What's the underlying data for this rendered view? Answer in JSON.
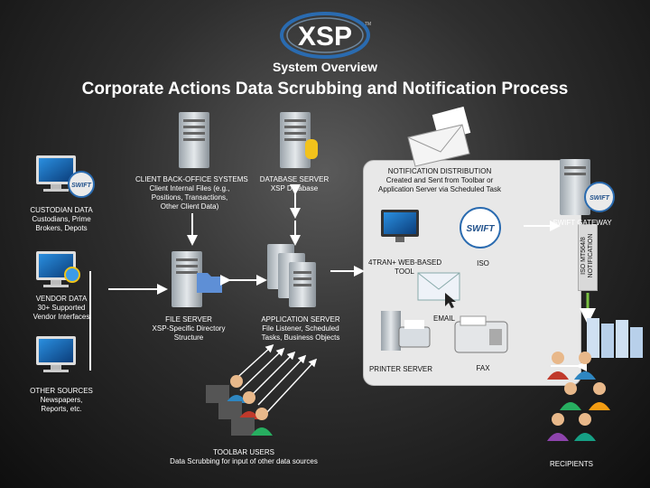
{
  "logo": {
    "text": "XSP",
    "mark": "TM"
  },
  "header": {
    "subtitle": "System Overview",
    "title": "Corporate Actions Data Scrubbing and Notification Process"
  },
  "sources": {
    "custodian": {
      "title": "CUSTODIAN DATA",
      "lines": [
        "Custodians, Prime",
        "Brokers, Depots"
      ]
    },
    "vendor": {
      "title": "VENDOR DATA",
      "lines": [
        "30+ Supported",
        "Vendor Interfaces"
      ]
    },
    "other": {
      "title": "OTHER SOURCES",
      "lines": [
        "Newspapers,",
        "Reports, etc."
      ]
    }
  },
  "client_backoffice": {
    "title": "CLIENT BACK-OFFICE SYSTEMS",
    "lines": [
      "Client Internal Files (e.g.,",
      "Positions, Transactions,",
      "Other Client Data)"
    ]
  },
  "database_server": {
    "title": "DATABASE SERVER",
    "lines": [
      "XSP Database"
    ]
  },
  "file_server": {
    "title": "FILE SERVER",
    "lines": [
      "XSP-Specific Directory",
      "Structure"
    ]
  },
  "application_server": {
    "title": "APPLICATION SERVER",
    "lines": [
      "File Listener, Scheduled",
      "Tasks, Business Objects"
    ]
  },
  "toolbar_users": {
    "title": "TOOLBAR USERS",
    "lines": [
      "Data Scrubbing for input of other data sources"
    ]
  },
  "notification": {
    "title": "NOTIFICATION DISTRIBUTION",
    "lines": [
      "Created and Sent from Toolbar or",
      "Application Server via Scheduled Task"
    ],
    "items": {
      "web_tool": {
        "lines": [
          "4TRAN+ WEB-BASED",
          "TOOL"
        ]
      },
      "iso": "ISO",
      "email": "EMAIL",
      "printer": "PRINTER SERVER",
      "fax": "FAX"
    },
    "swift_logo": "SWIFT"
  },
  "swift_gateway": {
    "label": "SWIFT GATEWAY",
    "logo": "SWIFT"
  },
  "iso_notification": {
    "lines": [
      "ISO MT564/8",
      "NOTIFICATION"
    ]
  },
  "recipients": {
    "label": "RECIPIENTS"
  },
  "colors": {
    "background": "#1a1a1a",
    "panel": "#e8e8e8",
    "arrow": "#ffffff",
    "arrow_green": "#7ac142",
    "logo_blue": "#2a6bb0"
  }
}
